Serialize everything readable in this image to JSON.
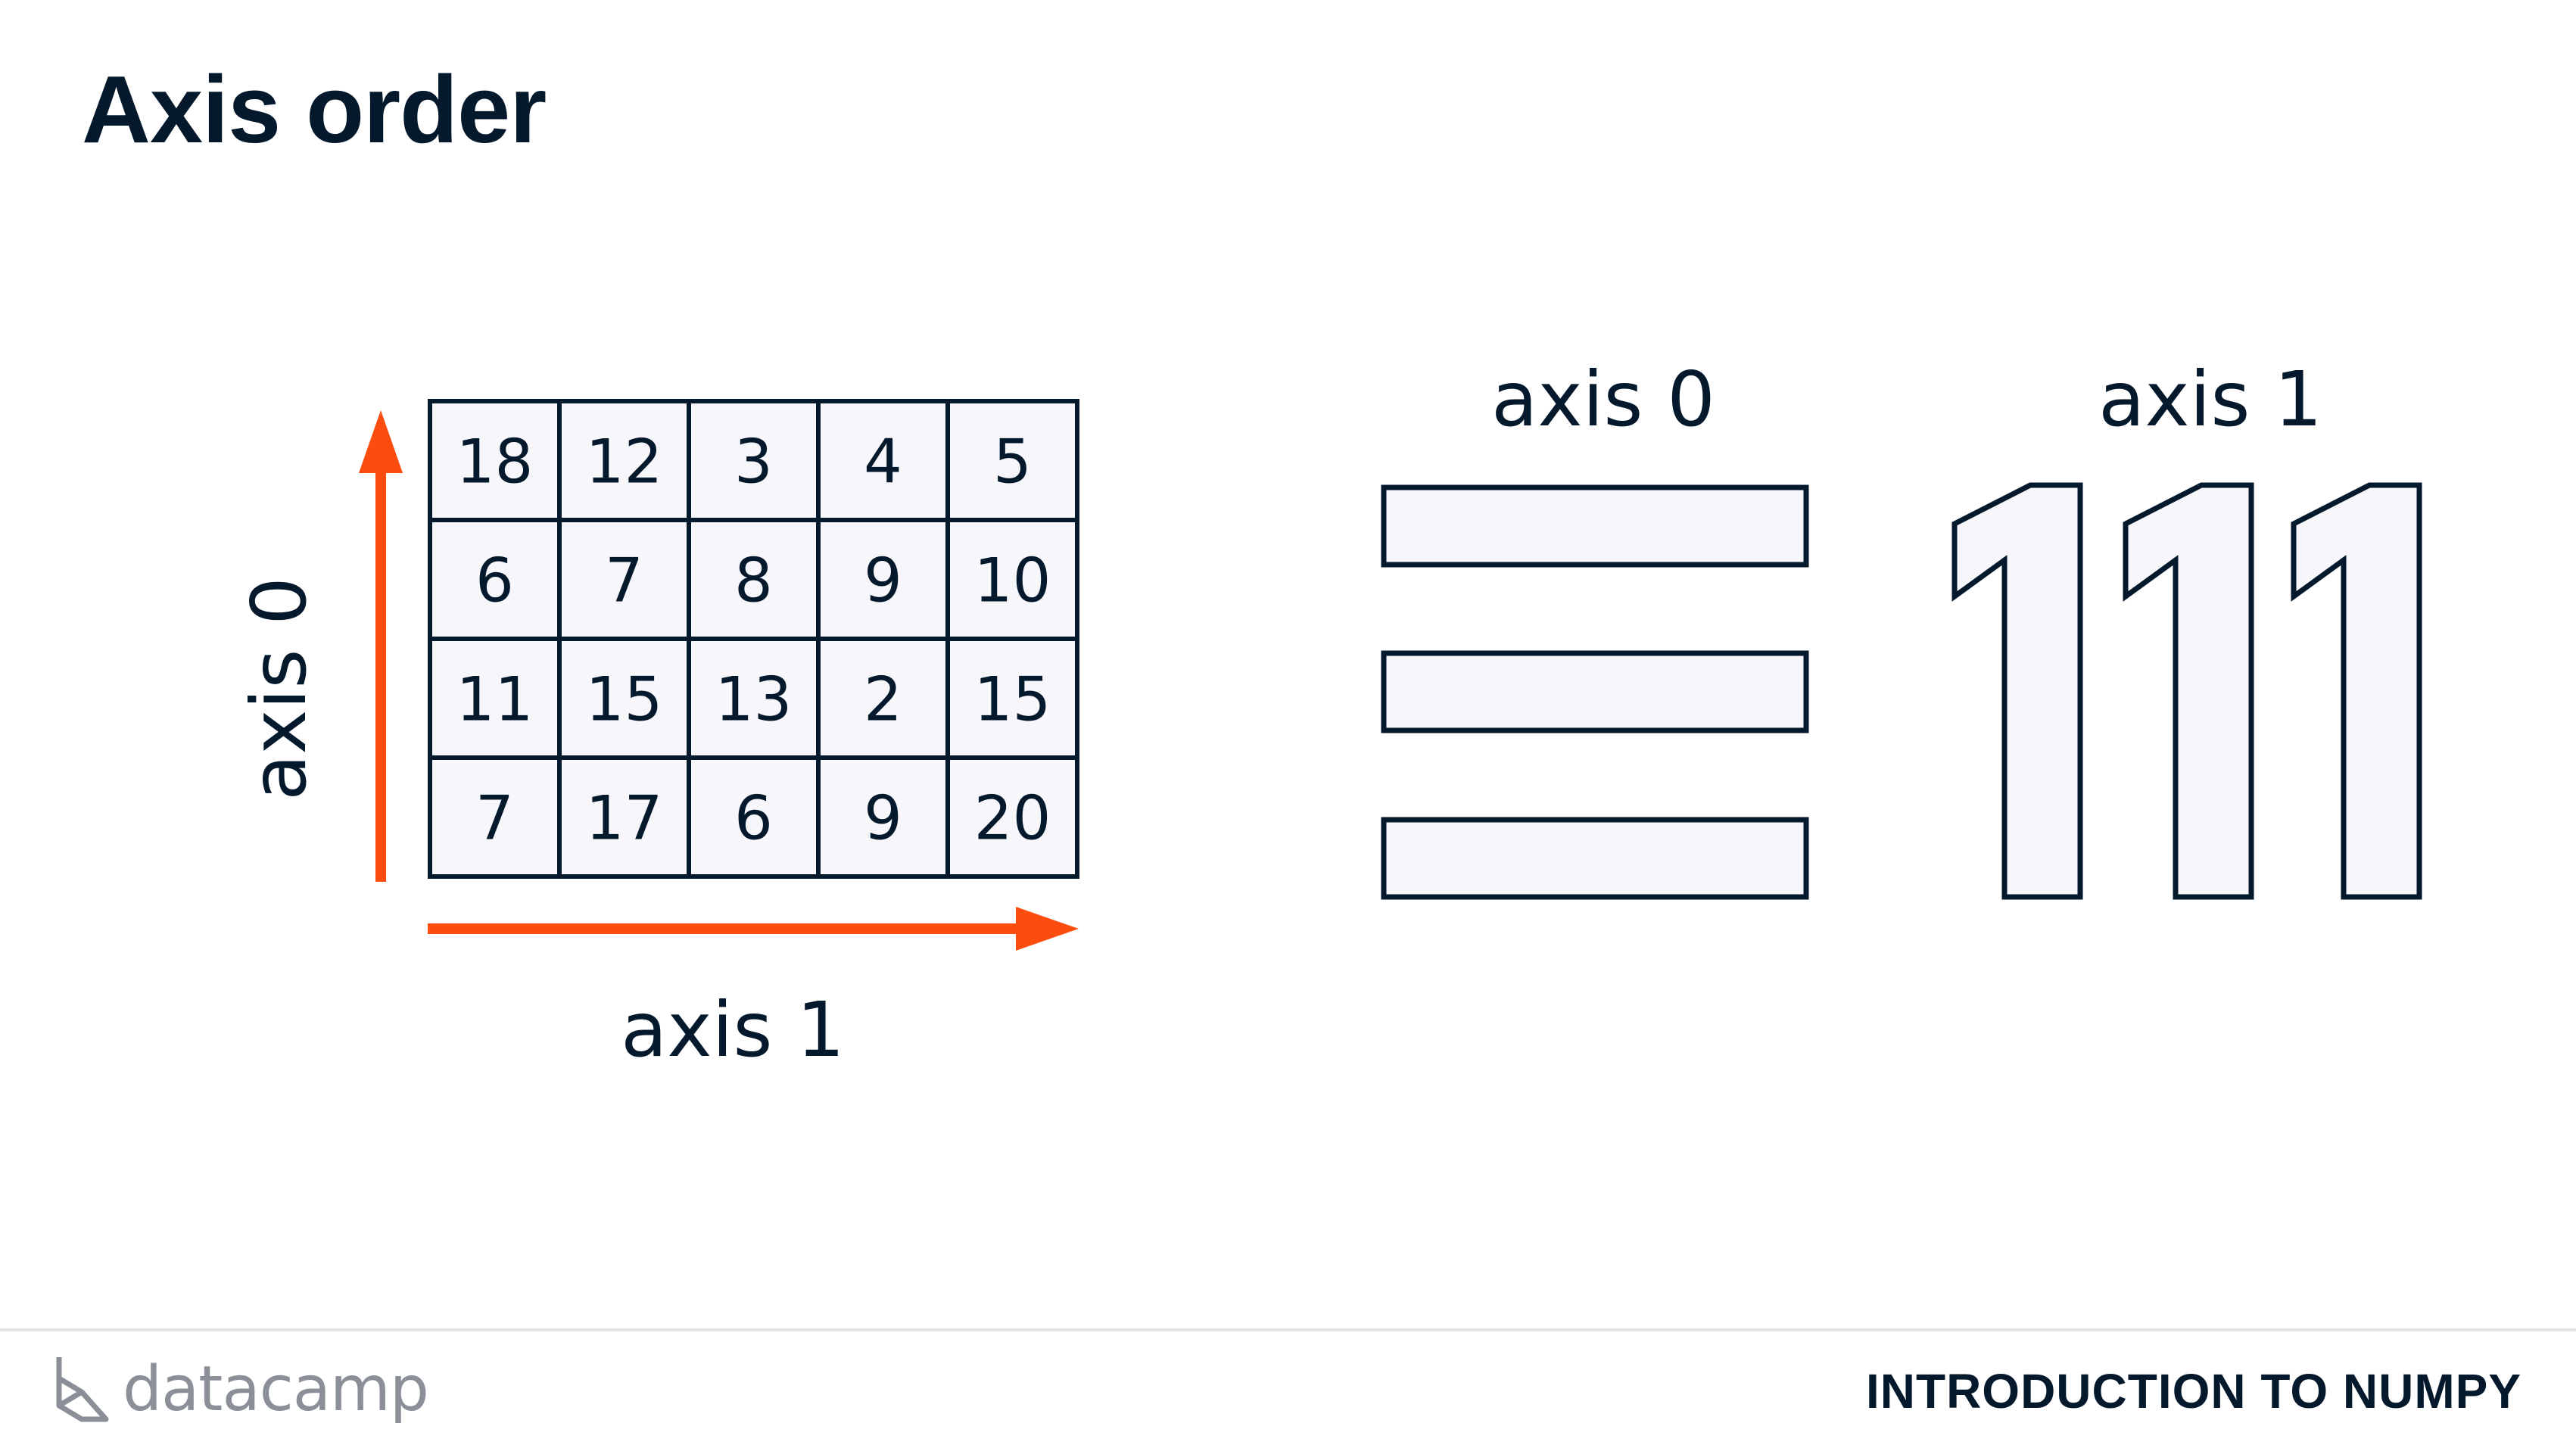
{
  "slide": {
    "title": "Axis order"
  },
  "grid": {
    "rows": [
      [
        "18",
        "12",
        "3",
        "4",
        "5"
      ],
      [
        "6",
        "7",
        "8",
        "9",
        "10"
      ],
      [
        "11",
        "15",
        "13",
        "2",
        "15"
      ],
      [
        "7",
        "17",
        "6",
        "9",
        "20"
      ]
    ]
  },
  "labels": {
    "axis0_vertical": "axis 0",
    "axis1_horizontal": "axis 1",
    "axis0_right": "axis 0",
    "axis1_right": "axis 1"
  },
  "axis1_digits": [
    "1",
    "1",
    "1"
  ],
  "footer": {
    "brand": "datacamp",
    "course": "INTRODUCTION TO NUMPY"
  },
  "colors": {
    "navy": "#05192d",
    "cell_fill": "#f6f6fb",
    "arrow": "#fc4c0e",
    "logo_grey": "#8a8f98"
  }
}
